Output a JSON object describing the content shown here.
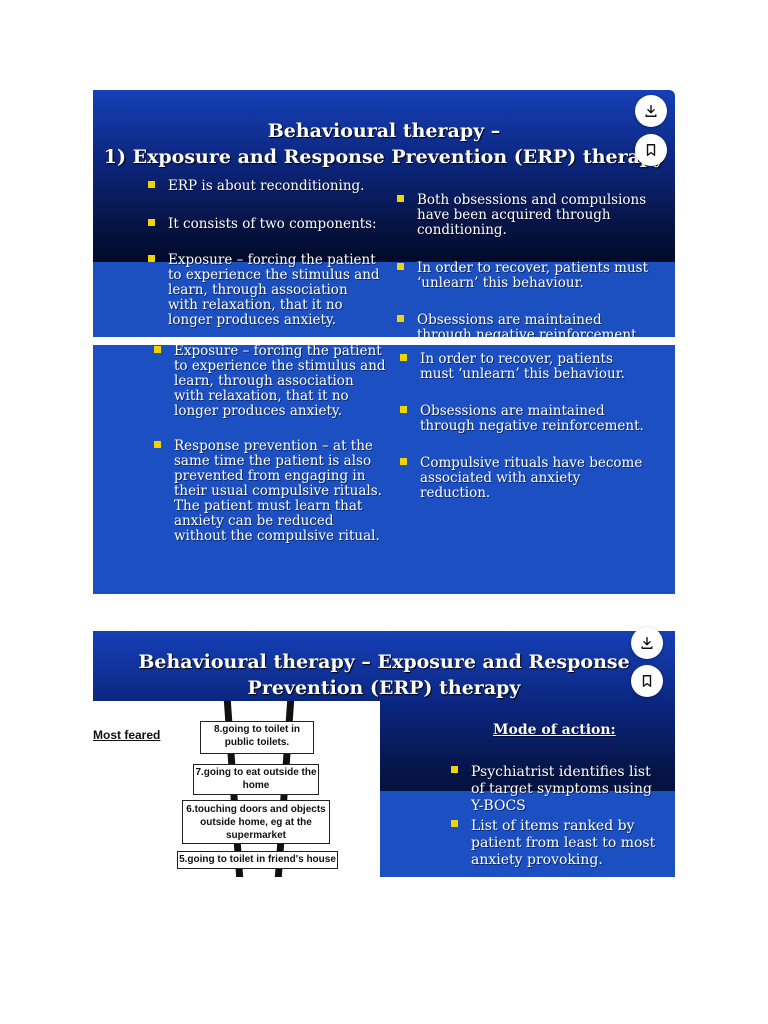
{
  "slide1": {
    "title_line1": "Behavioural therapy –",
    "title_line2": "1) Exposure and Response Prevention (ERP) therapy",
    "left_bullets_top": [
      "ERP is about reconditioning.",
      "It consists of two components:",
      "Exposure – forcing the patient to experience the stimulus and learn, through association with relaxation, that it no longer produces anxiety."
    ],
    "right_bullets_top": [
      "Both obsessions and compulsions have been acquired through conditioning.",
      "In order to recover, patients must ‘unlearn’ this behaviour.",
      "Obsessions are maintained through negative reinforcement."
    ],
    "left_bullets_bottom": [
      "Exposure – forcing the patient to experience the stimulus and learn, through association with relaxation, that it no longer produces anxiety.",
      "Response prevention – at the same time the patient is also prevented from engaging in their usual compulsive rituals. The patient must learn that anxiety can be reduced without the compulsive ritual."
    ],
    "right_bullets_bottom": [
      "In order to recover, patients must ‘unlearn’ this behaviour.",
      "Obsessions are maintained through negative reinforcement.",
      "Compulsive rituals have become associated with anxiety reduction."
    ]
  },
  "slide2": {
    "title_line1": "Behavioural therapy – Exposure and Response",
    "title_line2": "Prevention (ERP) therapy",
    "most_feared": "Most feared",
    "rungs": [
      "8.going to toilet in public toilets.",
      "7.going to eat outside the home",
      "6.touching doors and objects outside home, eg at the supermarket",
      "5.going to toilet in friend's house"
    ],
    "mode_heading": "Mode of action:",
    "bullets": [
      "Psychiatrist identifies list of target symptoms using Y-BOCS",
      "List of items ranked by patient from least to most anxiety provoking."
    ]
  },
  "icons": {
    "download": "download-icon",
    "bookmark": "bookmark-icon"
  },
  "colors": {
    "bullet": "#f0d400",
    "slide_blue": "#1b4fc2"
  }
}
